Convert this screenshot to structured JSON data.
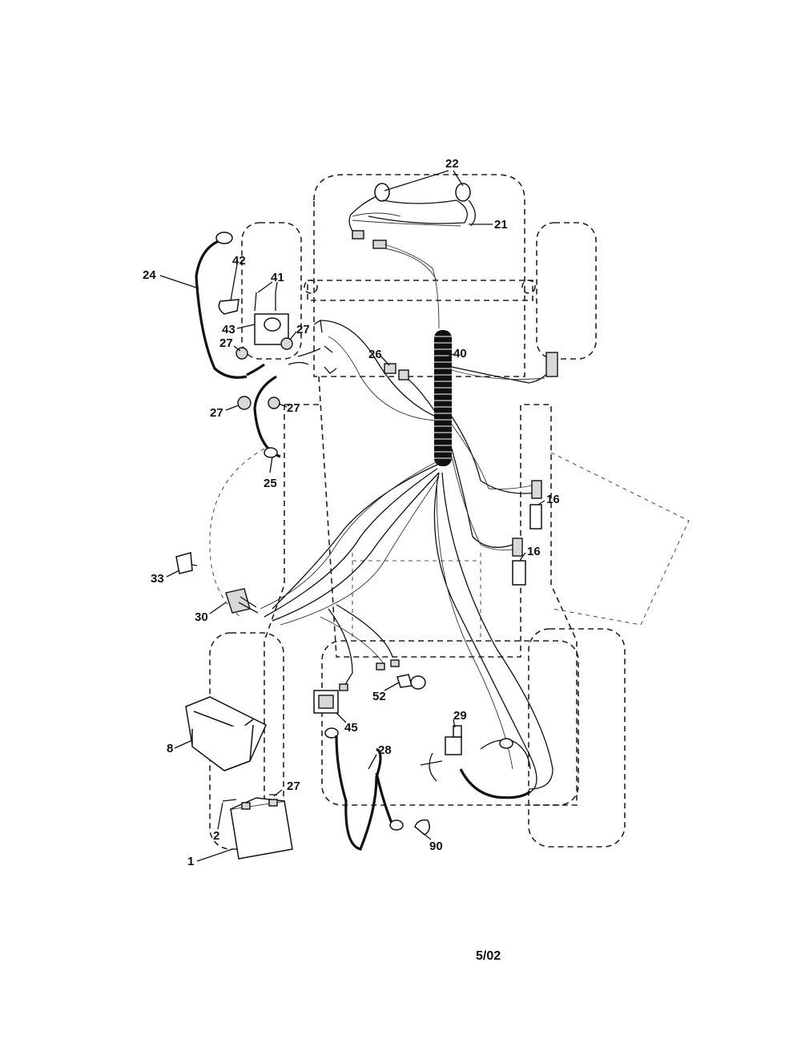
{
  "callouts": {
    "c22": "22",
    "c21": "21",
    "c24": "24",
    "c42": "42",
    "c41": "41",
    "c43": "43",
    "c27a": "27",
    "c27b": "27",
    "c27c": "27",
    "c27d": "27",
    "c27e": "27",
    "c26": "26",
    "c40": "40",
    "c25": "25",
    "c16a": "16",
    "c16b": "16",
    "c33": "33",
    "c30": "30",
    "c52": "52",
    "c45": "45",
    "c29": "29",
    "c28": "28",
    "c8": "8",
    "c2": "2",
    "c1": "1",
    "c90": "90"
  },
  "footer": {
    "date": "5/02"
  }
}
